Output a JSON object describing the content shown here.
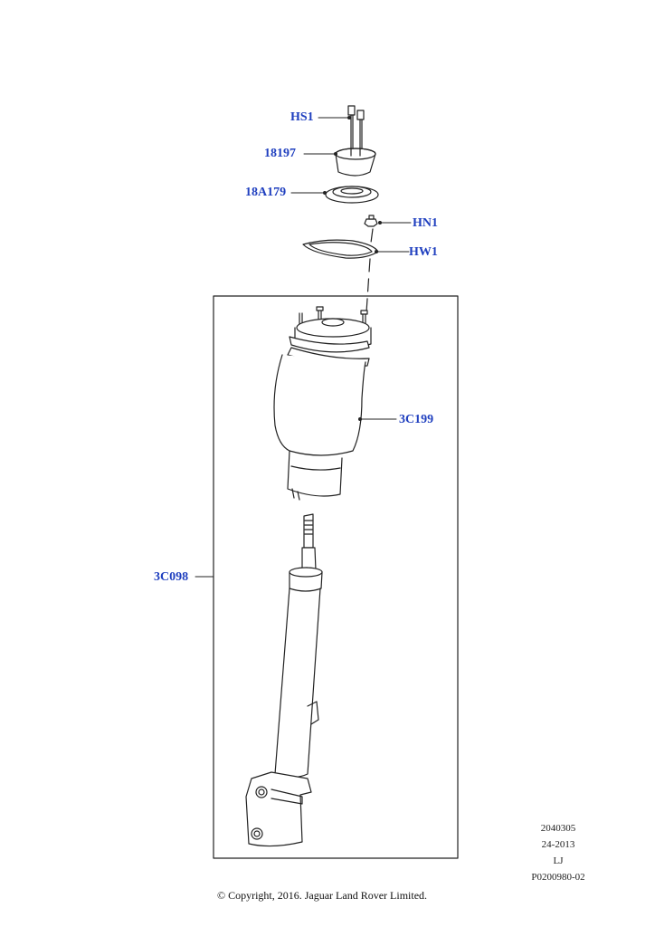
{
  "callouts": {
    "hs1": "HS1",
    "c18197": "18197",
    "c18a179": "18A179",
    "hn1": "HN1",
    "hw1": "HW1",
    "c3c199": "3C199",
    "c3c098": "3C098"
  },
  "meta": {
    "line1": "2040305",
    "line2": "24-2013",
    "line3": "LJ",
    "line4": "P0200980-02"
  },
  "copyright": "© Copyright, 2016. Jaguar Land Rover Limited.",
  "colors": {
    "callout": "#1f3fbf",
    "linework": "#222222"
  }
}
